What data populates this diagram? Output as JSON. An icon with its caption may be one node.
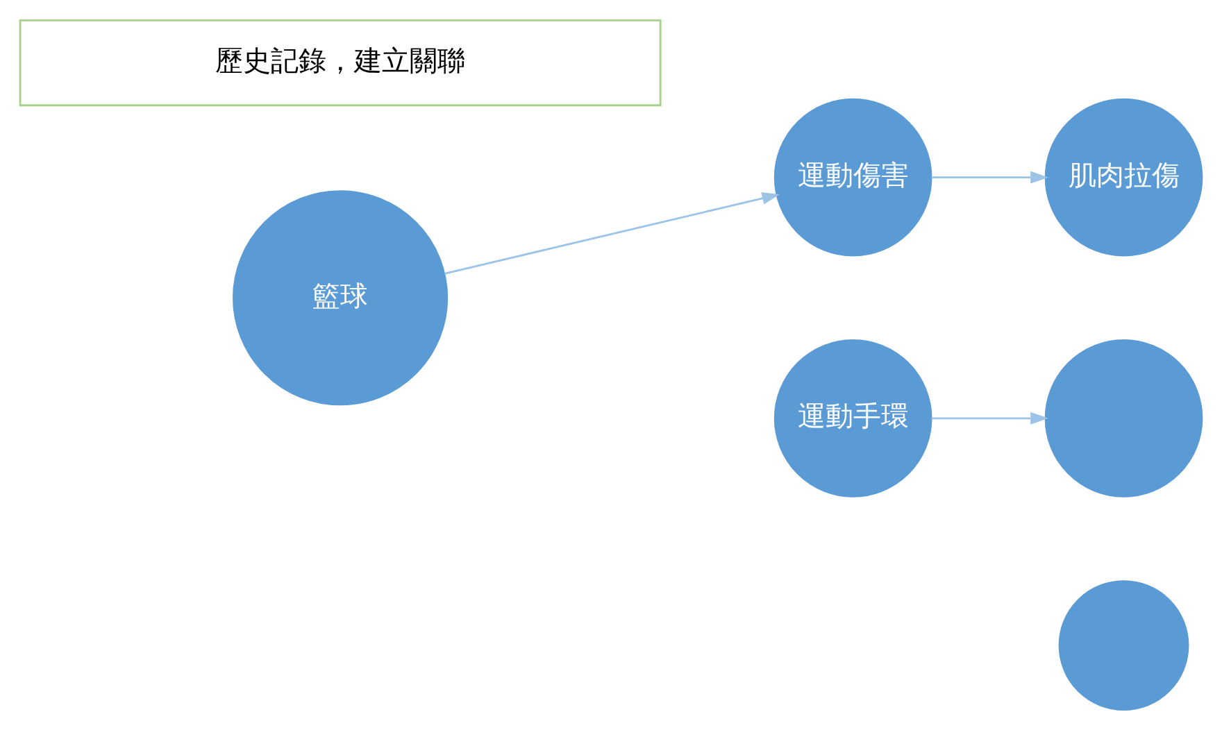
{
  "diagram": {
    "nodes": [
      {
        "text": [
          "歷史記錄，建立關聯"
        ]
      },
      {
        "text": [
          "籃球"
        ]
      },
      {
        "text": [
          "運動傷害"
        ]
      },
      {
        "text": [
          "肌肉拉傷"
        ]
      },
      {
        "text": [
          "運動手環"
        ]
      },
      {
        "text": [],
        "shape": "circle"
      },
      {
        "text": [],
        "shape": "circle"
      }
    ],
    "edges": [
      {
        "from": 1,
        "to": 2,
        "arrow": "to"
      },
      {
        "from": 2,
        "to": 3,
        "arrow": "to"
      },
      {
        "from": 4,
        "to": 5,
        "arrow": "to"
      }
    ]
  }
}
